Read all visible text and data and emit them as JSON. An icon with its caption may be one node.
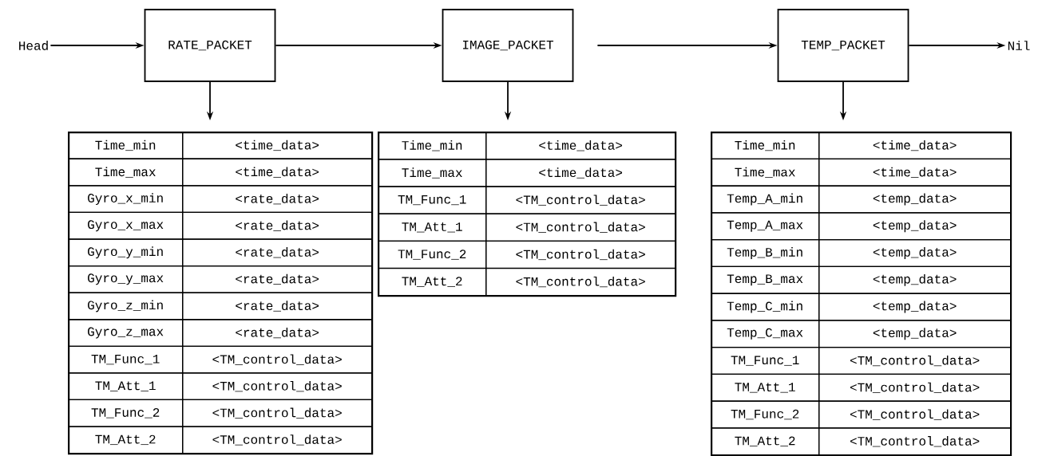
{
  "diagram": {
    "nodes": [
      {
        "text": [
          "Head"
        ]
      },
      {
        "text": [
          "RATE_PACKET"
        ]
      },
      {
        "text": [
          "IMAGE_PACKET"
        ]
      },
      {
        "text": [
          "TEMP_PACKET"
        ]
      },
      {
        "text": [
          "Nil"
        ]
      },
      {
        "text": [],
        "shape": "box"
      },
      {
        "text": [
          "Time_min"
        ],
        "in": 5
      },
      {
        "text": [
          "<time_data>"
        ],
        "in": 5
      },
      {
        "text": [
          "Time_max"
        ],
        "in": 5
      },
      {
        "text": [
          "<time_data>"
        ],
        "in": 5
      },
      {
        "text": [
          "Gyro_x_min"
        ],
        "in": 5
      },
      {
        "text": [
          "<rate_data>"
        ],
        "in": 5
      },
      {
        "text": [
          "Gyro_x_max"
        ],
        "in": 5
      },
      {
        "text": [
          "<rate_data>"
        ],
        "in": 5
      },
      {
        "text": [
          "Gyro_y_min"
        ],
        "in": 5
      },
      {
        "text": [
          "<rate_data>"
        ],
        "in": 5
      },
      {
        "text": [
          "Gyro_y_max"
        ],
        "in": 5
      },
      {
        "text": [
          "<rate_data>"
        ],
        "in": 5
      },
      {
        "text": [
          "Gyro_z_min"
        ],
        "in": 5
      },
      {
        "text": [
          "<rate_data>"
        ],
        "in": 5
      },
      {
        "text": [
          "Gyro_z_max"
        ],
        "in": 5
      },
      {
        "text": [
          "<rate_data>"
        ],
        "in": 5
      },
      {
        "text": [
          "TM_Func_1"
        ],
        "in": 5
      },
      {
        "text": [
          "<TM_control_data>"
        ],
        "in": 5
      },
      {
        "text": [
          "TM_Att_1"
        ],
        "in": 5
      },
      {
        "text": [
          "<TM_control_data>"
        ],
        "in": 5
      },
      {
        "text": [
          "TM_Func_2"
        ],
        "in": 5
      },
      {
        "text": [
          "<TM_control_data>"
        ],
        "in": 5
      },
      {
        "text": [
          "TM_Att_2"
        ],
        "in": 5
      },
      {
        "text": [
          "<TM_control_data>"
        ],
        "in": 5
      },
      {
        "text": [],
        "shape": "box"
      },
      {
        "text": [
          "Time_min"
        ],
        "in": 30
      },
      {
        "text": [
          "<time_data>"
        ],
        "in": 30
      },
      {
        "text": [
          "Time_max"
        ],
        "in": 30
      },
      {
        "text": [
          "<time_data>"
        ],
        "in": 30
      },
      {
        "text": [
          "TM_Func_1"
        ],
        "in": 30
      },
      {
        "text": [
          "<TM_control_data>"
        ],
        "in": 30
      },
      {
        "text": [
          "TM_Att_1"
        ],
        "in": 30
      },
      {
        "text": [
          "<TM_control_data>"
        ],
        "in": 30
      },
      {
        "text": [
          "TM_Func_2"
        ],
        "in": 30
      },
      {
        "text": [
          "<TM_control_data>"
        ],
        "in": 30
      },
      {
        "text": [
          "TM_Att_2"
        ],
        "in": 30
      },
      {
        "text": [
          "<TM_control_data>"
        ],
        "in": 30
      },
      {
        "text": [],
        "shape": "box"
      },
      {
        "text": [
          "Time_min"
        ],
        "in": 43
      },
      {
        "text": [
          "<time_data>"
        ],
        "in": 43
      },
      {
        "text": [
          "Time_max"
        ],
        "in": 43
      },
      {
        "text": [
          "<time_data>"
        ],
        "in": 43
      },
      {
        "text": [
          "Temp_A_min"
        ],
        "in": 43
      },
      {
        "text": [
          "<temp_data>"
        ],
        "in": 43
      },
      {
        "text": [
          "Temp_A_max"
        ],
        "in": 43
      },
      {
        "text": [
          "<temp_data>"
        ],
        "in": 43
      },
      {
        "text": [
          "Temp_B_min"
        ],
        "in": 43
      },
      {
        "text": [
          "<temp_data>"
        ],
        "in": 43
      },
      {
        "text": [
          "Temp_B_max"
        ],
        "in": 43
      },
      {
        "text": [
          "<temp_data>"
        ],
        "in": 43
      },
      {
        "text": [
          "Temp_C_min"
        ],
        "in": 43
      },
      {
        "text": [
          "<temp_data>"
        ],
        "in": 43
      },
      {
        "text": [
          "Temp_C_max"
        ],
        "in": 43
      },
      {
        "text": [
          "<temp_data>"
        ],
        "in": 43
      },
      {
        "text": [
          "TM_Func_1"
        ],
        "in": 43
      },
      {
        "text": [
          "<TM_control_data>"
        ],
        "in": 43
      },
      {
        "text": [
          "TM_Att_1"
        ],
        "in": 43
      },
      {
        "text": [
          "<TM_control_data>"
        ],
        "in": 43
      },
      {
        "text": [
          "TM_Func_2"
        ],
        "in": 43
      },
      {
        "text": [
          "<TM_control_data>"
        ],
        "in": 43
      },
      {
        "text": [
          "TM_Att_2"
        ],
        "in": 43
      },
      {
        "text": [
          "<TM_control_data>"
        ],
        "in": 43
      }
    ],
    "edges": [
      {
        "from": 0,
        "to": 1,
        "arrow": "to"
      },
      {
        "from": 1,
        "to": 2,
        "arrow": "to"
      },
      {
        "from": 2,
        "to": 3,
        "arrow": "to"
      },
      {
        "from": 3,
        "to": 4,
        "arrow": "to"
      },
      {
        "from": 1,
        "to": 5,
        "arrow": "to"
      },
      {
        "from": 2,
        "to": 30,
        "arrow": "to"
      },
      {
        "from": 3,
        "to": 43,
        "arrow": "to"
      }
    ]
  }
}
